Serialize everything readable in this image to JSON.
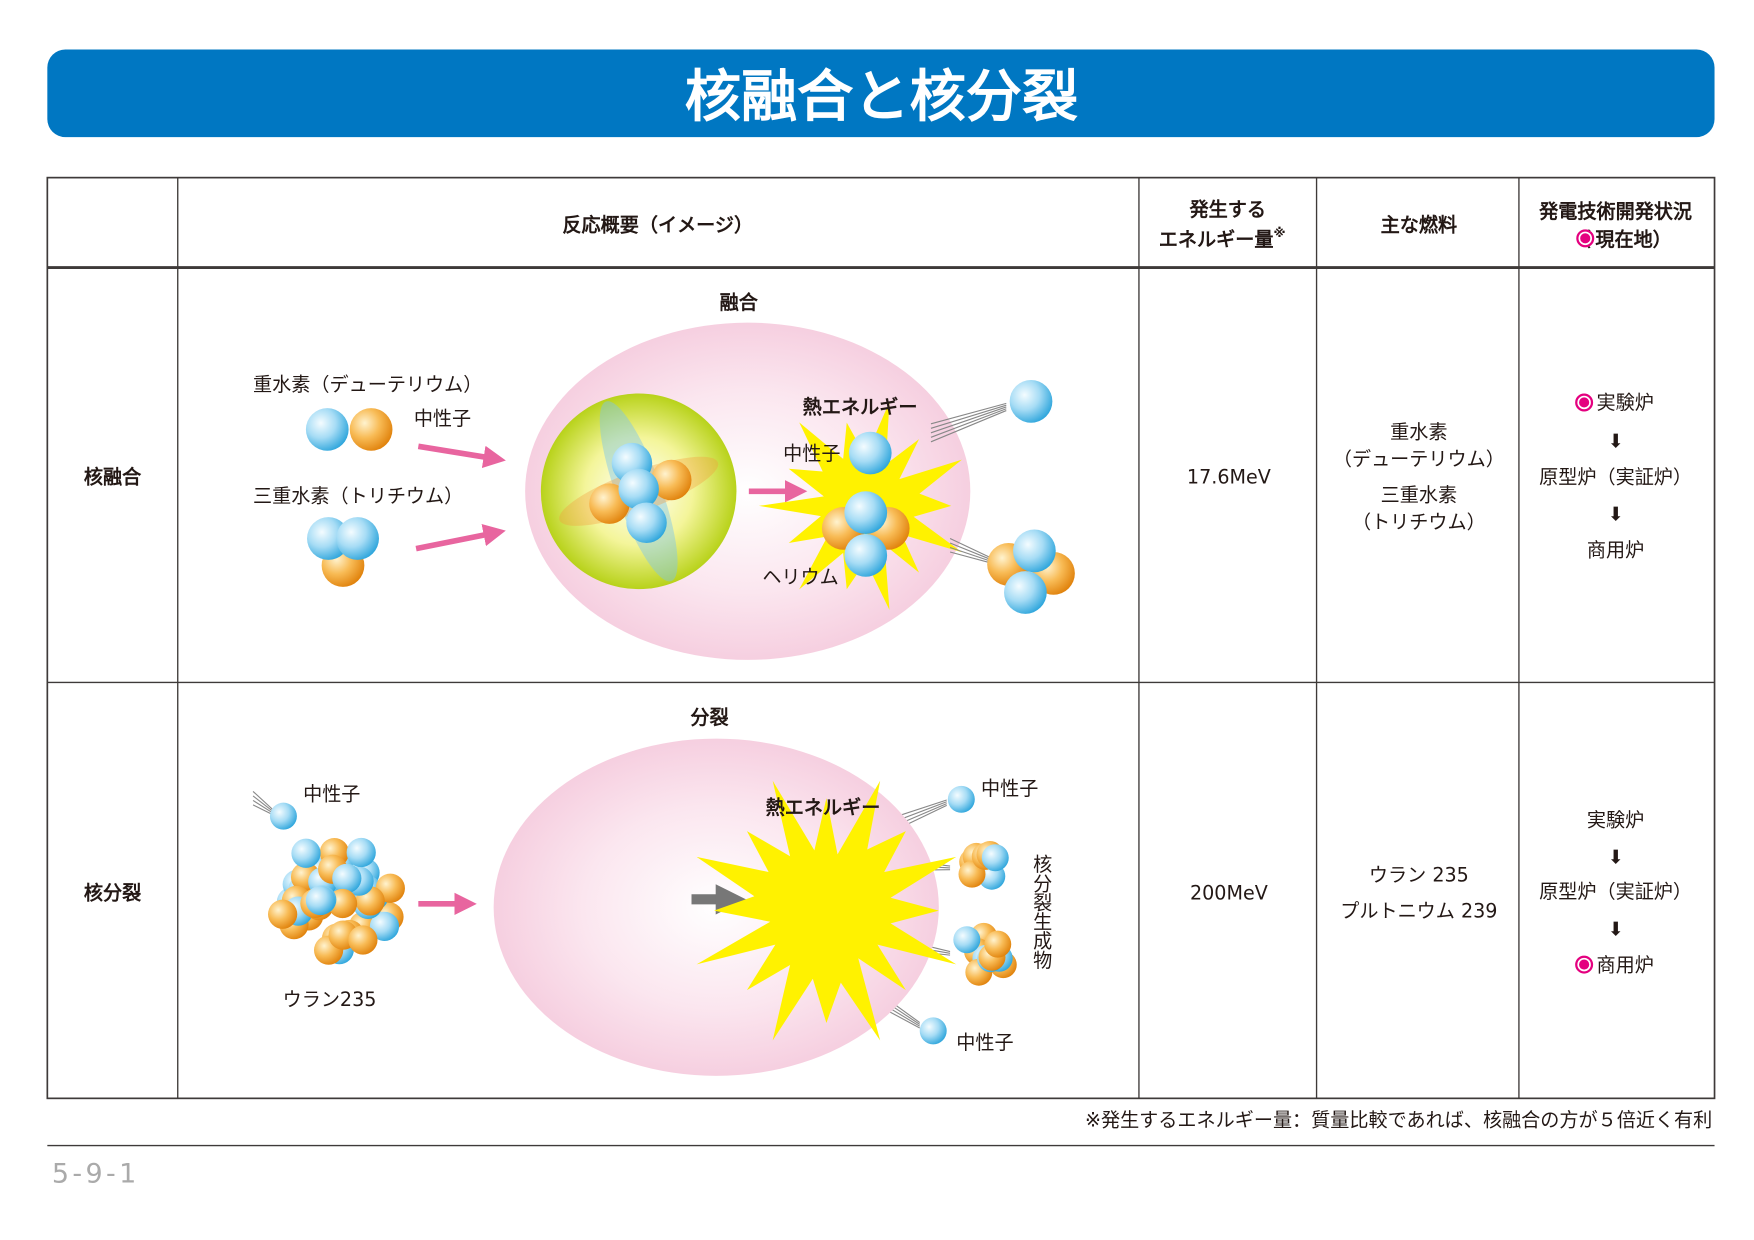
{
  "title": "核融合と核分裂",
  "header": {
    "col_reaction": "反応概要（イメージ）",
    "col_energy_1": "発生する",
    "col_energy_2": "エネルギー量",
    "col_energy_mark": "※",
    "col_fuel": "主な燃料",
    "col_status_1": "発電技術開発状況",
    "col_status_2_open": "（",
    "col_status_2_text": "現在地）"
  },
  "rows": {
    "fusion": {
      "label": "核融合",
      "diagram_title": "融合",
      "deuterium": "重水素（デューテリウム）",
      "neutron": "中性子",
      "tritium": "三重水素（トリチウム）",
      "heat": "熱エネルギー",
      "neutron2": "中性子",
      "helium": "ヘリウム",
      "energy": "17.6MeV",
      "fuel": [
        "重水素",
        "（デューテリウム）",
        "三重水素",
        "（トリチウム）"
      ],
      "status": [
        "実験炉",
        "原型炉（実証炉）",
        "商用炉"
      ],
      "current_stage": "実験炉"
    },
    "fission": {
      "label": "核分裂",
      "diagram_title": "分裂",
      "neutron": "中性子",
      "uranium": "ウラン235",
      "heat": "熱エネルギー",
      "neutron_out_1": "中性子",
      "neutron_out_2": "中性子",
      "products": "核分裂生成物",
      "energy": "200MeV",
      "fuel": [
        "ウラン 235",
        "プルトニウム 239"
      ],
      "status": [
        "実験炉",
        "原型炉（実証炉）",
        "商用炉"
      ],
      "current_stage": "商用炉"
    }
  },
  "arrow_glyph": "⬇",
  "footnote": "※発生するエネルギー量：質量比較であれば、核融合の方が５倍近く有利",
  "page_number": "5-9-1",
  "colors": {
    "brand": "#0077c2",
    "marker": "#e4007f",
    "arrow": "#e8659f"
  }
}
